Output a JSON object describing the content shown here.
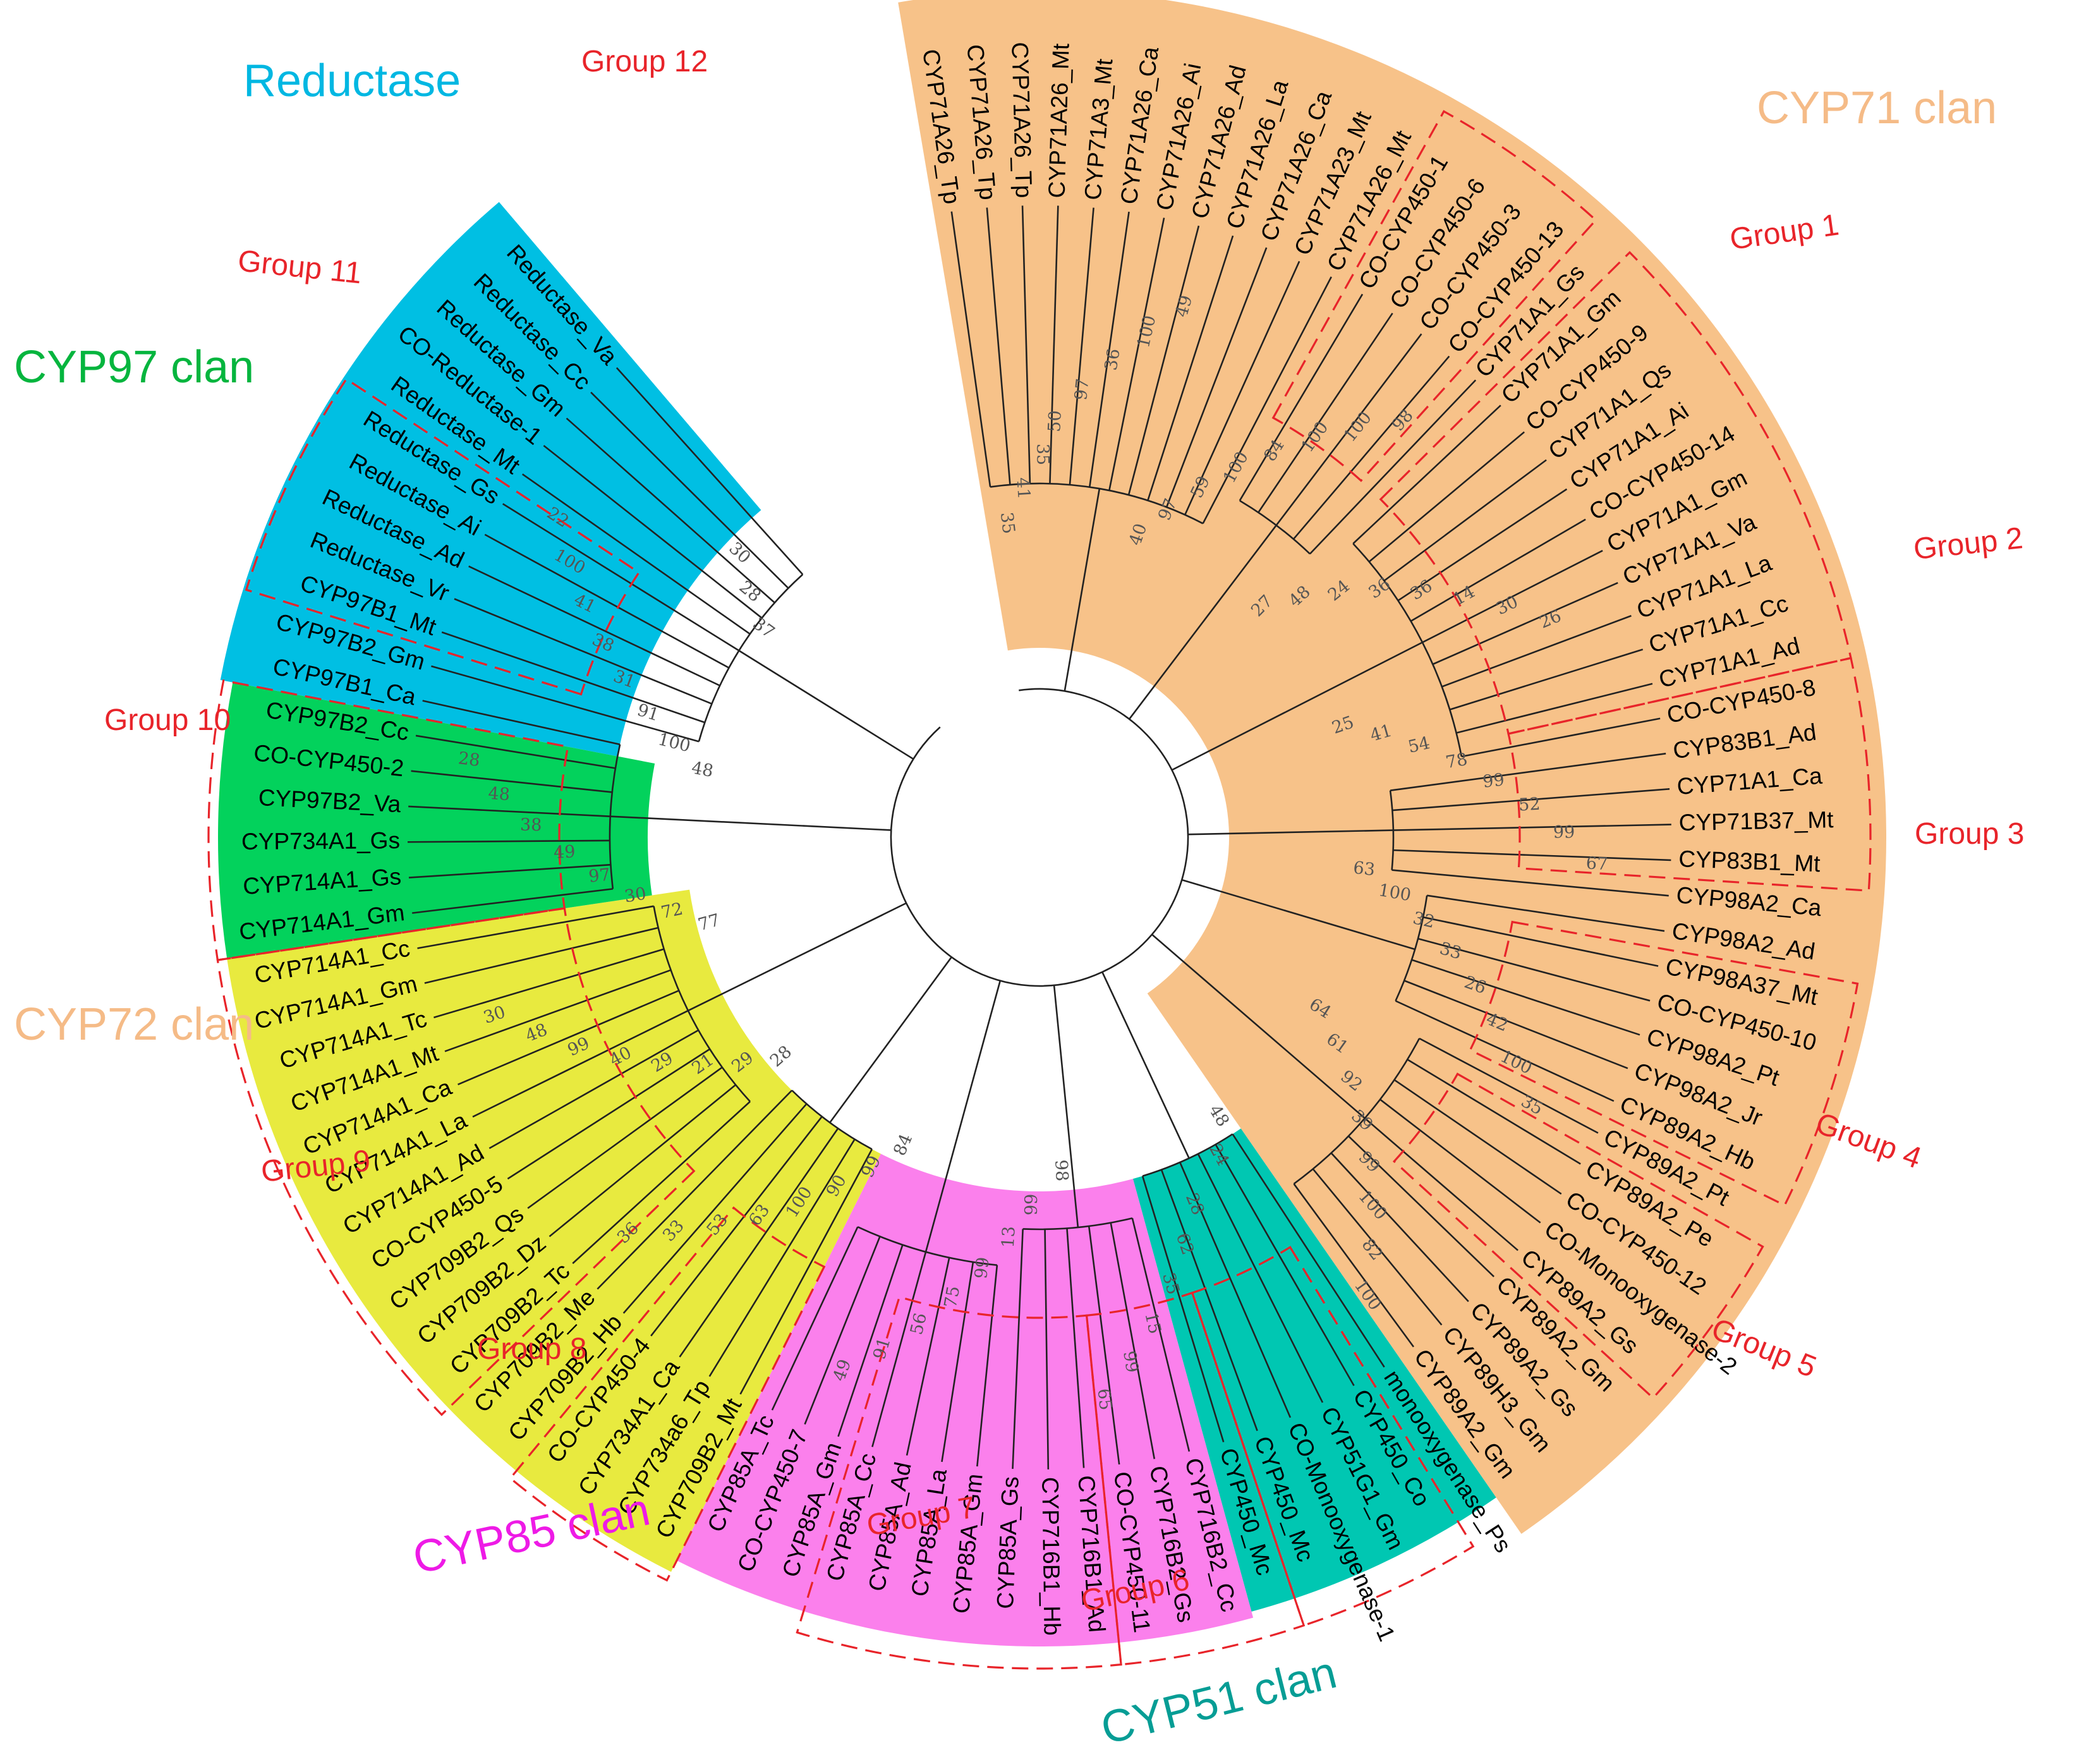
{
  "colors": {
    "cyp71": "#f7c289",
    "reductase": "#00bfe3",
    "cyp97": "#03d25c",
    "cyp72": "#e8ea3f",
    "cyp85": "#fb80ec",
    "cyp51": "#00c7b2",
    "group_outline": "#e8242a",
    "branch": "#222222"
  },
  "clans": [
    {
      "id": "cyp71",
      "label": "CYP71 clan",
      "color": "#f5bb87",
      "from": 0,
      "to": 11
    },
    {
      "id": "reductase",
      "label": "Reductase",
      "color": "#00b7e2",
      "from": 14,
      "to": 14
    },
    {
      "id": "cyp97",
      "label": "CYP97 clan",
      "color": "#05b53e",
      "from": 15,
      "to": 15
    },
    {
      "id": "cyp72",
      "label": "CYP72 clan",
      "color": "#f5bb87",
      "from": 16,
      "to": 16
    },
    {
      "id": "cyp85",
      "label": "CYP85 clan",
      "color": "#ee1ae6",
      "from": 17,
      "to": 17
    },
    {
      "id": "cyp51",
      "label": "CYP51 clan",
      "color": "#069d95",
      "from": 18,
      "to": 18
    }
  ],
  "groups": [
    {
      "label": "Group 1",
      "from": 10,
      "to": 13
    },
    {
      "label": "Group 2",
      "from": 14,
      "to": 23
    },
    {
      "label": "Group 3",
      "from": 24,
      "to": 28
    },
    {
      "label": "Group 4",
      "from": 32,
      "to": 35
    },
    {
      "label": "Group 5",
      "from": 37,
      "to": 40
    },
    {
      "label": "Group 6",
      "from": 47,
      "to": 49
    },
    {
      "label": "Group 7",
      "from": 51,
      "to": 54
    },
    {
      "label": "Group 8",
      "from": 56,
      "to": 62
    },
    {
      "label": "Group 9",
      "from": 64,
      "to": 67
    },
    {
      "label": "Group 10",
      "from": 69,
      "to": 79
    },
    {
      "label": "Group 11",
      "from": 80,
      "to": 84
    },
    {
      "label": "Group 12",
      "from": 91,
      "to": 93
    }
  ],
  "leaves": [
    "CYP71A26_Tp",
    "CYP71A26_Tp",
    "CYP71A26_Tp",
    "CYP71A26_Mt",
    "CYP71A3_Mt",
    "CYP71A26_Ca",
    "CYP71A26_Ai",
    "CYP71A26_Ad",
    "CYP71A26_La",
    "CYP71A26_Ca",
    "CYP71A23_Mt",
    "CYP71A26_Mt",
    "CO-CYP450-1",
    "CO-CYP450-6",
    "CO-CYP450-3",
    "CO-CYP450-13",
    "CYP71A1_Gs",
    "CYP71A1_Gm",
    "CO-CYP450-9",
    "CYP71A1_Qs",
    "CYP71A1_Ai",
    "CO-CYP450-14",
    "CYP71A1_Gm",
    "CYP71A1_Va",
    "CYP71A1_La",
    "CYP71A1_Cc",
    "CYP71A1_Ad",
    "CO-CYP450-8",
    "CYP83B1_Ad",
    "CYP71A1_Ca",
    "CYP71B37_Mt",
    "CYP83B1_Mt",
    "CYP98A2_Ca",
    "CYP98A2_Ad",
    "CYP98A37_Mt",
    "CO-CYP450-10",
    "CYP98A2_Pt",
    "CYP98A2_Jr",
    "CYP89A2_Hb",
    "CYP89A2_Pt",
    "CYP89A2_Pe",
    "CO-CYP450-12",
    "CO-Monooxygenase-2",
    "CYP89A2_Gs",
    "CYP89A2_Gm",
    "CYP89A2_Gs",
    "CYP89H3_Gm",
    "CYP89A2_Gm",
    "monooxygenase_Ps",
    "CYP450_Co",
    "CYP51G1_Gm",
    "CO-Monooxygenase-1",
    "CYP450_Mc",
    "CYP450_Mc",
    "CYP716B2_Cc",
    "CYP716B2_Gs",
    "CO-CYP450-11",
    "CYP716B1_Ad",
    "CYP716B1_Hb",
    "CYP85A_Gs",
    "CYP85A_Gm",
    "CYP85A_La",
    "CYP85A_Ad",
    "CYP85A_Cc",
    "CYP85A_Gm",
    "CO-CYP450-7",
    "CYP85A_Tc",
    "CYP709B2_Mt",
    "CYP734a6_Tp",
    "CYP734A1_Ca",
    "CO-CYP450-4",
    "CYP709B2_Hb",
    "CYP709B2_Me",
    "CYP709B2_Tc",
    "CYP709B2_Dz",
    "CYP709B2_Qs",
    "CO-CYP450-5",
    "CYP714A1_Ad",
    "CYP714A1_La",
    "CYP714A1_Ca",
    "CYP714A1_Mt",
    "CYP714A1_Tc",
    "CYP714A1_Gm",
    "CYP714A1_Cc",
    "CYP714A1_Gm",
    "CYP714A1_Gs",
    "CYP734A1_Gs",
    "CYP97B2_Va",
    "CO-CYP450-2",
    "CYP97B2_Cc",
    "CYP97B1_Ca",
    "CYP97B2_Gm",
    "CYP97B1_Mt",
    "Reductase_Vr",
    "Reductase_Ad",
    "Reductase_Ai",
    "Reductase_Gs",
    "Reductase_Mt",
    "CO-Reductase-1",
    "Reductase_Gm",
    "Reductase_Cc",
    "Reductase_Va"
  ],
  "clan_labels": {
    "cyp71": "CYP71 clan",
    "reductase": "Reductase",
    "cyp97": "CYP97 clan",
    "cyp72": "CYP72 clan",
    "cyp85": "CYP85 clan",
    "cyp51": "CYP51 clan"
  },
  "bootstrap": [
    "35",
    "41",
    "35",
    "50",
    "97",
    "36",
    "100",
    "49",
    "40",
    "97",
    "59",
    "100",
    "84",
    "100",
    "100",
    "98",
    "27",
    "48",
    "24",
    "36",
    "36",
    "14",
    "30",
    "26",
    "25",
    "41",
    "54",
    "78",
    "99",
    "52",
    "99",
    "67",
    "63",
    "100",
    "32",
    "33",
    "26",
    "42",
    "100",
    "35",
    "64",
    "61",
    "92",
    "39",
    "99",
    "100",
    "82",
    "100",
    "48",
    "24",
    "28",
    "62",
    "35",
    "15",
    "99",
    "65",
    "98",
    "99",
    "13",
    "99",
    "75",
    "56",
    "91",
    "49",
    "84",
    "99",
    "90",
    "100",
    "63",
    "53",
    "33",
    "36",
    "28",
    "29",
    "21",
    "29",
    "40",
    "99",
    "48",
    "30",
    "77",
    "72",
    "30",
    "97",
    "49",
    "38",
    "48",
    "28",
    "48",
    "100",
    "91",
    "31",
    "38",
    "41",
    "100",
    "22",
    "37",
    "28",
    "30"
  ]
}
